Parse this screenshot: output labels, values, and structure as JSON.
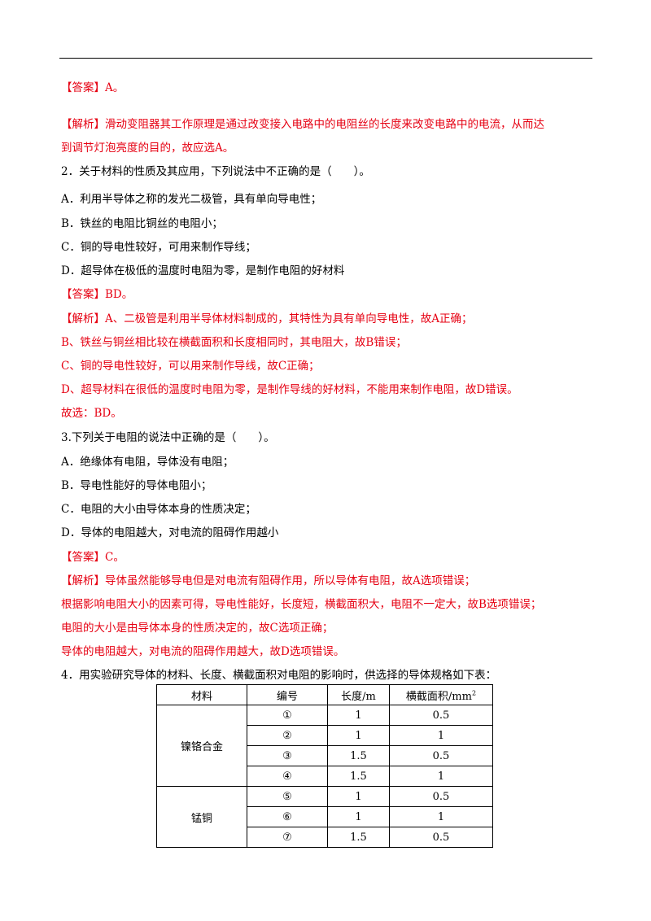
{
  "lines": {
    "l1": "【答案】A。",
    "l2": "【解析】滑动变阻器其工作原理是通过改变接入电路中的电阻丝的长度来改变电路中的电流，从而达",
    "l3": "到调节灯泡亮度的目的，故应选A。",
    "l4": "2．关于材料的性质及其应用，下列说法中不正确的是（　　）。",
    "l5": "A．利用半导体之称的发光二极管，具有单向导电性；",
    "l6": "B．铁丝的电阻比铜丝的电阻小；",
    "l7": "C．铜的导电性较好，可用来制作导线；",
    "l8": "D．超导体在极低的温度时电阻为零，是制作电阻的好材料",
    "l9": "【答案】BD。",
    "l10": "【解析】A、二极管是利用半导体材料制成的，其特性为具有单向导电性，故A正确；",
    "l11": "B、铁丝与铜丝相比较在横截面积和长度相同时，其电阻大，故B错误；",
    "l12": "C、铜的导电性较好，可以用来制作导线，故C正确；",
    "l13": "D、超导材料在很低的温度时电阻为零，是制作导线的好材料，不能用来制作电阻，故D错误。",
    "l14": "故选：BD。",
    "l15": "3.下列关于电阻的说法中正确的是（　　）。",
    "l16": "A．绝缘体有电阻，导体没有电阻；",
    "l17": "B．导电性能好的导体电阻小；",
    "l18": "C．电阻的大小由导体本身的性质决定；",
    "l19": "D．导体的电阻越大，对电流的阻碍作用越小",
    "l20": "【答案】C。",
    "l21": "【解析】导体虽然能够导电但是对电流有阻碍作用，所以导体有电阻，故A选项错误；",
    "l22": "根据影响电阻大小的因素可得，导电性能好，长度短，横截面积大，电阻不一定大，故B选项错误；",
    "l23": "电阻的大小是由导体本身的性质决定的，故C选项正确；",
    "l24": "导体的电阻越大，对电流的阻碍作用越大，故D选项错误。",
    "l25": "4．用实验研究导体的材料、长度、横截面积对电阻的影响时，供选择的导体规格如下表："
  },
  "table": {
    "headers": {
      "material": "材料",
      "number": "编号",
      "length": "长度/m",
      "area": "横截面积/mm",
      "area_sup": "2"
    },
    "group1": "镍铬合金",
    "group2": "锰铜",
    "rows": [
      {
        "no": "①",
        "len": "1",
        "area": "0.5"
      },
      {
        "no": "②",
        "len": "1",
        "area": "1"
      },
      {
        "no": "③",
        "len": "1.5",
        "area": "0.5"
      },
      {
        "no": "④",
        "len": "1.5",
        "area": "1"
      },
      {
        "no": "⑤",
        "len": "1",
        "area": "0.5"
      },
      {
        "no": "⑥",
        "len": "1",
        "area": "1"
      },
      {
        "no": "⑦",
        "len": "1.5",
        "area": "0.5"
      }
    ]
  }
}
